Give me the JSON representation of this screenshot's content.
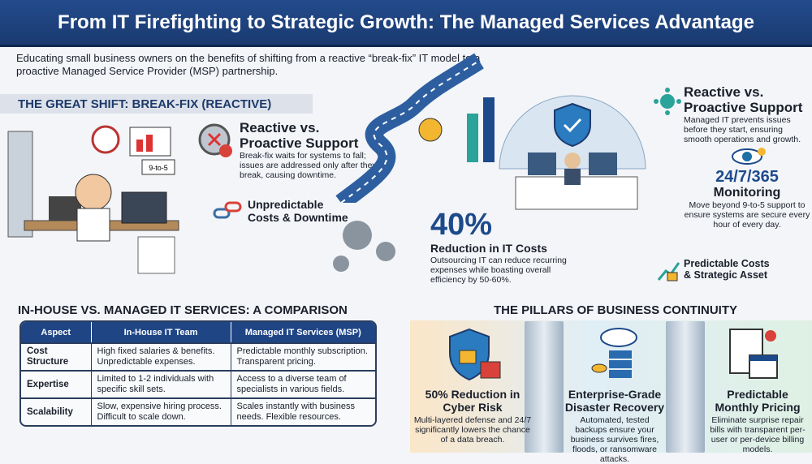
{
  "header": {
    "title": "From IT Firefighting to Strategic Growth: The Managed Services Advantage"
  },
  "intro": "Educating small business owners on the benefits of shifting from a reactive “break-fix” IT model to a proactive Managed Service Provider (MSP) partnership.",
  "shift": {
    "label": "THE GREAT SHIFT: BREAK-FIX (REACTIVE)",
    "sign": "9-to-5",
    "reactive": {
      "title_l1": "Reactive vs.",
      "title_l2": "Proactive Support",
      "text": "Break-fix waits for systems to fall; issues are addressed only after they break, causing downtime."
    },
    "costs": {
      "l1": "Unpredictable",
      "l2": "Costs & Downtime"
    }
  },
  "stat": {
    "value": "40%",
    "title": "Reduction in IT Costs",
    "text": "Outsourcing IT can reduce recurring expenses while boasting overall efficiency by 50-60%."
  },
  "right": {
    "proactive": {
      "title_l1": "Reactive vs.",
      "title_l2": "Proactive Support",
      "text": "Managed IT prevents issues before they start, ensuring smooth operations and growth."
    },
    "monitoring": {
      "value": "24/7/365",
      "title": "Monitoring",
      "text": "Move beyond 9-to-5 support to ensure systems are secure every hour of every day."
    },
    "asset": {
      "l1": "Predictable Costs",
      "l2": "& Strategic Asset"
    }
  },
  "comparison": {
    "title": "IN-HOUSE VS. MANAGED IT SERVICES: A COMPARISON",
    "headers": [
      "Aspect",
      "In-House IT Team",
      "Managed IT Services (MSP)"
    ],
    "rows": [
      [
        "Cost Structure",
        "High fixed salaries & benefits. Unpredictable expenses.",
        "Predictable monthly subscription. Transparent pricing."
      ],
      [
        "Expertise",
        "Limited to 1-2 individuals with specific skill sets.",
        "Access to a diverse team of specialists in various fields."
      ],
      [
        "Scalability",
        "Slow, expensive hiring process. Difficult to scale down.",
        "Scales instantly with business needs. Flexible resources."
      ]
    ]
  },
  "pillars": {
    "title": "THE PILLARS OF BUSINESS CONTINUITY",
    "items": [
      {
        "title": "50% Reduction in Cyber Risk",
        "text": "Multi-layered defense and 24/7 significantly lowers the chance of a data breach."
      },
      {
        "title": "Enterprise-Grade Disaster Recovery",
        "text": "Automated, tested backups ensure your business survives fires, floods, or ransomware attacks."
      },
      {
        "title": "Predictable Monthly Pricing",
        "text": "Eliminate surprise repair bills with transparent per-user or per-device billing models."
      }
    ]
  },
  "colors": {
    "navy": "#1f4585",
    "accent": "#1d4a8a",
    "red": "#d9423a",
    "teal": "#2aa39a"
  }
}
